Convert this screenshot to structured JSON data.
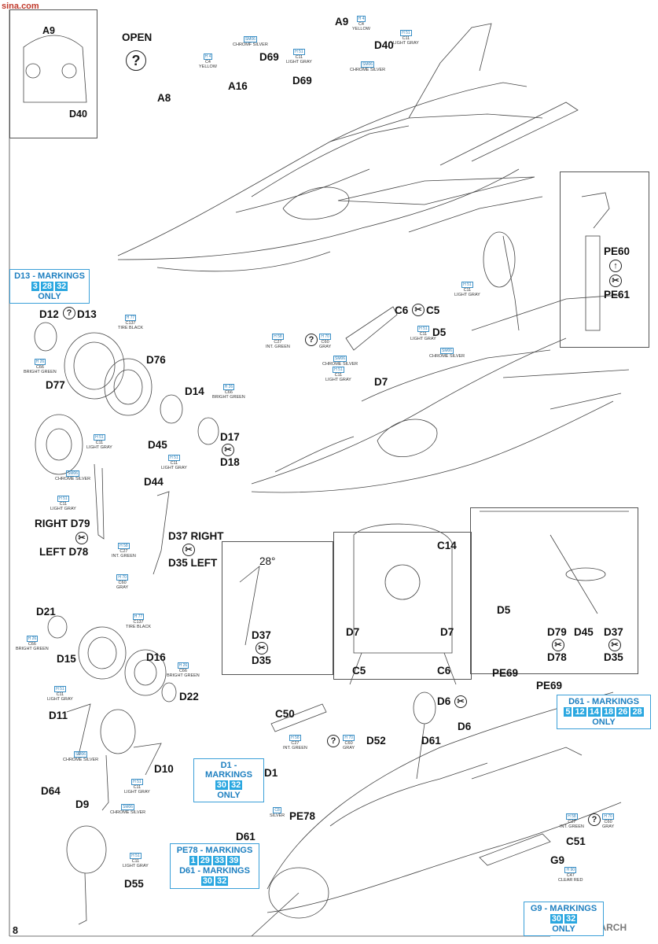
{
  "watermark_top": "sina.com",
  "watermark_bottom": "HOBBY SEARCH",
  "page_number": "8",
  "open_label": "OPEN",
  "paints": {
    "yellow": {
      "code1": "H 4",
      "code2": "C4",
      "name": "YELLOW"
    },
    "light_gray": {
      "code1": "H 51",
      "code2": "C11",
      "name": "LIGHT GRAY"
    },
    "chrome_silver": {
      "code1": "SM06",
      "name": "CHROME SILVER"
    },
    "chrom_silver": {
      "code1": "SM06",
      "name": "CHROMF SILVER"
    },
    "tire_black": {
      "code1": "H 77",
      "code2": "C137",
      "name": "TIRE BLACK"
    },
    "bright_green": {
      "code1": "H 26",
      "code2": "C66",
      "name": "BRIGHT GREEN"
    },
    "int_green": {
      "code1": "H 58",
      "code2": "C27",
      "name": "INT. GREEN"
    },
    "gray": {
      "code1": "H 70",
      "code2": "C60",
      "name": "GRAY"
    },
    "silver": {
      "code1": "C8",
      "name": "SILVER"
    },
    "clear_red": {
      "code1": "H 90",
      "code2": "C47",
      "name": "CLEAR RED"
    }
  },
  "labels": {
    "a9_top": "A9",
    "d40_top": "D40",
    "a9_inset": "A9",
    "d40_inset": "D40",
    "d69a": "D69",
    "d69b": "D69",
    "a16": "A16",
    "a8": "A8",
    "pe60": "PE60",
    "pe61": "PE61",
    "d12": "D12",
    "d13": "D13",
    "d77": "D77",
    "d76": "D76",
    "d14": "D14",
    "d17": "D17",
    "d18": "D18",
    "d45": "D45",
    "d44": "D44",
    "right_d79": "RIGHT D79",
    "left_d78": "LEFT D78",
    "d37_right": "D37 RIGHT",
    "d35_left": "D35 LEFT",
    "c6": "C6",
    "c5": "C5",
    "d5": "D5",
    "d7": "D7",
    "angle": "28°",
    "d37_a": "D37",
    "d35_a": "D35",
    "c14": "C14",
    "d7_l": "D7",
    "d7_r": "D7",
    "c5_b": "C5",
    "c6_b": "C6",
    "d5_b": "D5",
    "d79_b": "D79",
    "d45_b": "D45",
    "d37_b": "D37",
    "d78_b": "D78",
    "d35_b": "D35",
    "d21": "D21",
    "d15": "D15",
    "d16": "D16",
    "d22": "D22",
    "d11": "D11",
    "d10": "D10",
    "d64": "D64",
    "d9": "D9",
    "d55": "D55",
    "c50": "C50",
    "d52": "D52",
    "d61_a": "D61",
    "d1": "D1",
    "pe78": "PE78",
    "d61_b": "D61",
    "pe69_a": "PE69",
    "pe69_b": "PE69",
    "d6_a": "D6",
    "d6_b": "D6",
    "c51": "C51",
    "g9": "G9"
  },
  "markings": {
    "d13": {
      "title": "D13 - MARKINGS",
      "nums": [
        "3",
        "28",
        "32"
      ],
      "only": "ONLY"
    },
    "d61": {
      "title": "D61 - MARKINGS",
      "nums": [
        "5",
        "12",
        "14",
        "18",
        "26",
        "28"
      ],
      "only": "ONLY"
    },
    "d1": {
      "title": "D1 - MARKINGS",
      "nums": [
        "30",
        "32"
      ],
      "only": "ONLY"
    },
    "pe78": {
      "title": "PE78 - MARKINGS",
      "nums": [
        "1",
        "29",
        "33",
        "39"
      ]
    },
    "d61b": {
      "title": "D61 - MARKINGS",
      "nums": [
        "30",
        "32"
      ]
    },
    "g9": {
      "title": "G9 - MARKINGS",
      "nums": [
        "30",
        "32"
      ],
      "only": "ONLY"
    }
  }
}
